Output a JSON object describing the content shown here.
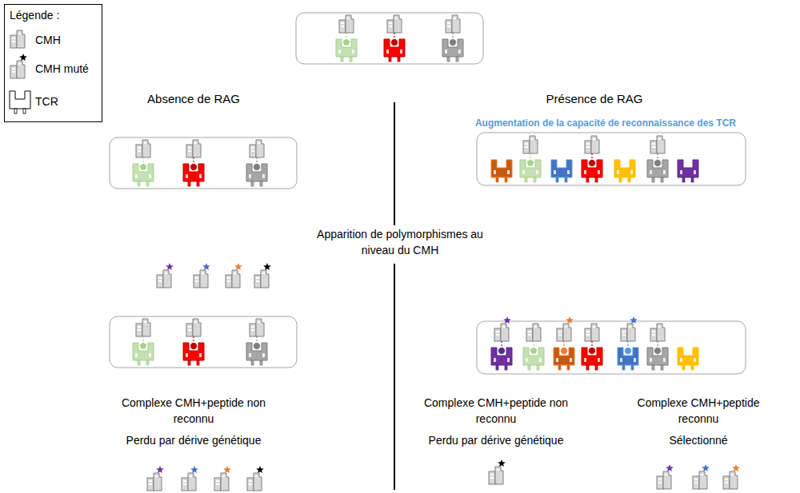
{
  "diagram": {
    "labels": [
      "Légende :",
      "Absence de RAG",
      "Présence de RAG",
      "Augmentation de la capacité de reconnaissance des TCR",
      "Apparition de polymorphismes au niveau du CMH",
      "Complexe CMH+peptide non reconnu",
      "Perdu par dérive génétique",
      "Complexe CMH+peptide non reconnu",
      "Perdu par dérive génétique",
      "Complexe CMH+peptide reconnu",
      "Sélectionné"
    ],
    "legend": [
      {
        "text": "CMH"
      },
      {
        "text": "CMH muté"
      },
      {
        "text": "TCR"
      }
    ]
  }
}
